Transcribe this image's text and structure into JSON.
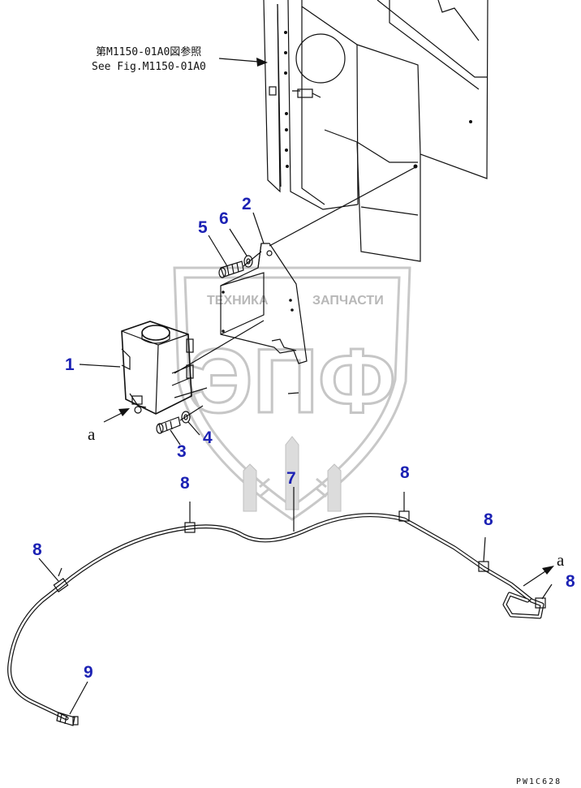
{
  "reference_note": {
    "line1": "第M1150-01A0図参照",
    "line2": "See Fig.M1150-01A0"
  },
  "callouts": {
    "c1": "1",
    "c2": "2",
    "c3": "3",
    "c4": "4",
    "c5": "5",
    "c6": "6",
    "c7": "7",
    "c8": "8",
    "c9": "9"
  },
  "connection_mark": "a",
  "watermark": {
    "top_left": "ТЕХНИКА",
    "top_right": "ЗАПЧАСТИ",
    "big": "ЭПФ"
  },
  "drawing_code": "PW1C628"
}
